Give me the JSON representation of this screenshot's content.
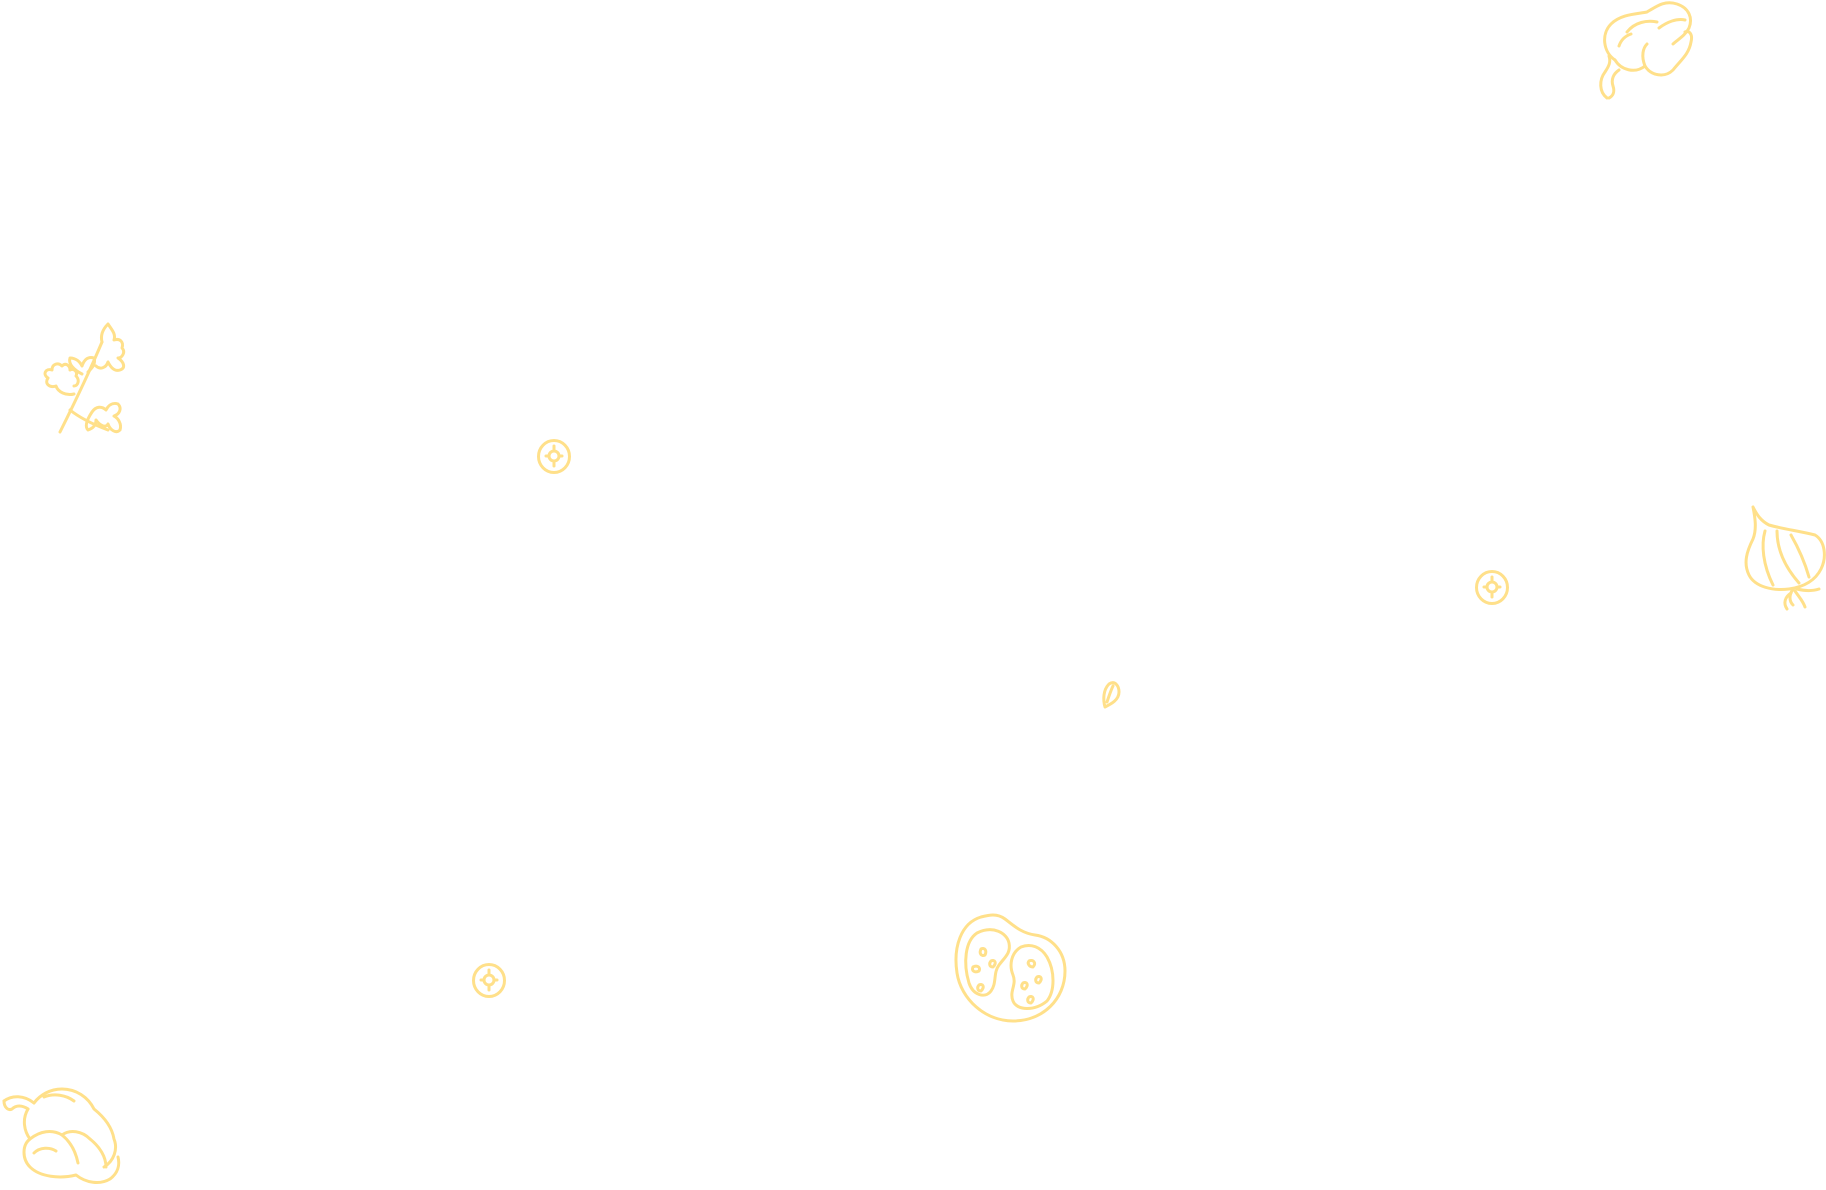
{
  "canvas": {
    "background": "#ffffff",
    "accent_color": "#FFE08A"
  },
  "doodles": [
    {
      "id": "pepper-top-right",
      "icon": "bell-pepper-icon"
    },
    {
      "id": "parsley-left",
      "icon": "parsley-icon"
    },
    {
      "id": "slice-1",
      "icon": "vegetable-slice-icon"
    },
    {
      "id": "onion-right",
      "icon": "onion-icon"
    },
    {
      "id": "slice-2",
      "icon": "vegetable-slice-icon"
    },
    {
      "id": "seed",
      "icon": "seed-icon"
    },
    {
      "id": "tomato-half",
      "icon": "tomato-half-icon"
    },
    {
      "id": "slice-3",
      "icon": "vegetable-slice-icon"
    },
    {
      "id": "pepper-bottom-left",
      "icon": "bell-pepper-icon"
    }
  ]
}
